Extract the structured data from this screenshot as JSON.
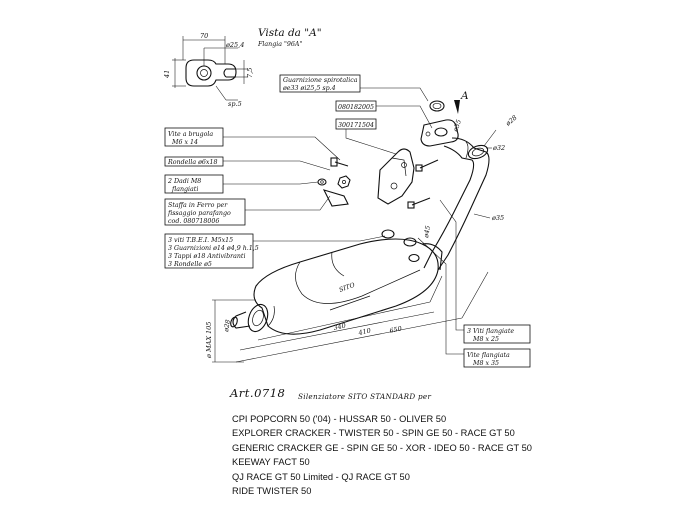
{
  "view": {
    "title": "Vista da \"A\"",
    "subtitle": "Flangia \"96A\"",
    "dim_70": "70",
    "dim_254": "ø25,4",
    "dim_41": "41",
    "dim_75": "7,5",
    "dim_sp5": "sp.5"
  },
  "labels": {
    "gasket_line1": "Guarnizione spirotalica",
    "gasket_line2": "øe33 øi25,5 sp.4",
    "code_1": "080182005",
    "code_2": "300171504",
    "screw_line1": "Vite a brugola",
    "screw_line2": "M6 x 14",
    "washer": "Rondella ø6x18",
    "nuts_line1": "2 Dadi M8",
    "nuts_line2": "flangiati",
    "bracket_line1": "Staffa in Ferro per",
    "bracket_line2": "fissaggio parafango",
    "bracket_line3": "cod. 080718006",
    "kit_line1": "3 viti T.B.E.I. M5x15",
    "kit_line2": "3 Guarnizioni ø14 ø4,9 h.1,5",
    "kit_line3": "3 Tappi ø18 Antivibranti",
    "kit_line4": "3 Rondelle ø5",
    "flange_screws_line1": "3 Viti flangiate",
    "flange_screws_line2": "M8 x 25",
    "flange_screw_line1": "Vite flangiata",
    "flange_screw_line2": "M8 x 35",
    "marker_a": "A"
  },
  "dims": {
    "d28_top": "ø28",
    "d32": "ø32",
    "d35": "ø35",
    "d45": "ø45",
    "d35_flange": "ø35",
    "d28_tail": "ø28",
    "d_max": "ø MAX 105",
    "l340": "340",
    "l410": "410",
    "l650": "650"
  },
  "footer": {
    "article": "Art.0718",
    "subtitle": "Silenziatore  SITO STANDARD    per",
    "models": [
      "CPI POPCORN 50 ('04) - HUSSAR 50 - OLIVER 50",
      "EXPLORER CRACKER - TWISTER 50 - SPIN GE 50 - RACE GT 50",
      "GENERIC CRACKER GE - SPIN GE 50 - XOR - IDEO 50 - RACE GT 50",
      "KEEWAY FACT 50",
      "QJ RACE GT 50 Limited - QJ RACE GT 50",
      "RIDE TWISTER 50"
    ]
  }
}
